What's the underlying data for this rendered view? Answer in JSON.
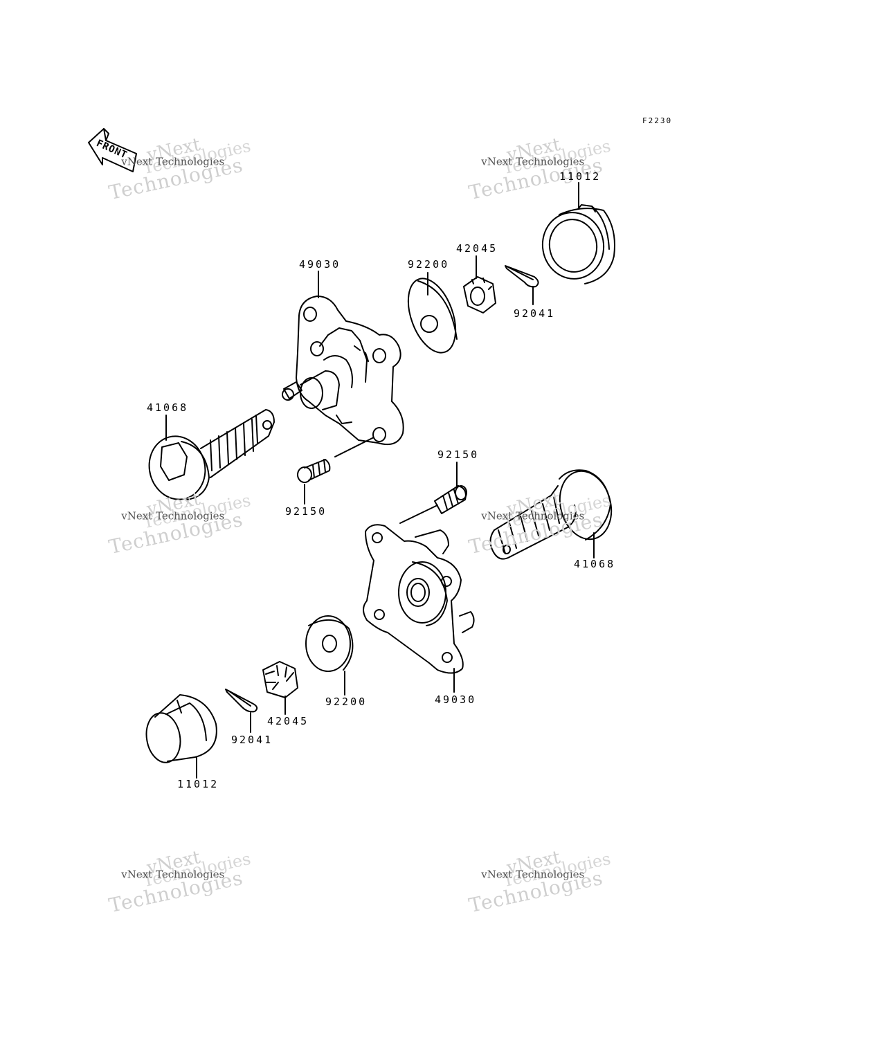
{
  "diagram_code": "F2230",
  "front_arrow": {
    "label": "FRONT"
  },
  "watermark": {
    "line1": "vNext",
    "line2": "vNext Technologies",
    "line3": "Technologies",
    "line4": "Technologies"
  },
  "parts": {
    "hub_upper": "49030",
    "hub_lower": "49030",
    "washer_upper": "92200",
    "washer_lower": "92200",
    "nut_upper": "42045",
    "nut_lower": "42045",
    "cotter_pin_upper": "92041",
    "cotter_pin_lower": "92041",
    "cap_upper": "11012",
    "cap_lower": "11012",
    "axle_left": "41068",
    "axle_right": "41068",
    "stud_upper": "92150",
    "stud_lower": "92150"
  },
  "colors": {
    "line": "#000000",
    "watermark": "#c8c8c8"
  }
}
